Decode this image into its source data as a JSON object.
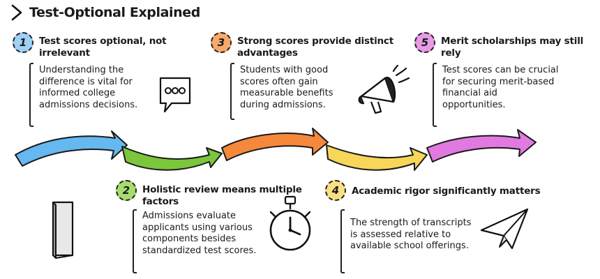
{
  "title": "Test-Optional Explained",
  "steps": [
    {
      "number": "1",
      "color": "#9fd0f5",
      "heading": "Test scores optional, not irrelevant",
      "description": "Understanding the difference is vital for informed college admissions decisions.",
      "icon": "chat-bubble-icon"
    },
    {
      "number": "2",
      "color": "#a8dc6f",
      "heading": "Holistic review means multiple factors",
      "description": "Admissions evaluate applicants using various components besides standardized test scores.",
      "icon": "stopwatch-icon"
    },
    {
      "number": "3",
      "color": "#f7a96a",
      "heading": "Strong scores provide distinct advantages",
      "description": "Students with good scores often gain measurable benefits during admissions.",
      "icon": "megaphone-icon"
    },
    {
      "number": "4",
      "color": "#f8e087",
      "heading": "Academic rigor significantly matters",
      "description": "The strength of transcripts is assessed relative to available school offerings.",
      "icon": "paper-plane-icon"
    },
    {
      "number": "5",
      "color": "#e69be6",
      "heading": "Merit scholarships may still rely",
      "description": "Test scores can be crucial for securing merit-based financial aid opportunities.",
      "icon": "paper-plane-icon"
    }
  ],
  "extra_icons": [
    "book-icon"
  ],
  "arrow_colors": [
    "#66b8f0",
    "#7cc63c",
    "#f5883a",
    "#f8d65a",
    "#e07ae0"
  ]
}
